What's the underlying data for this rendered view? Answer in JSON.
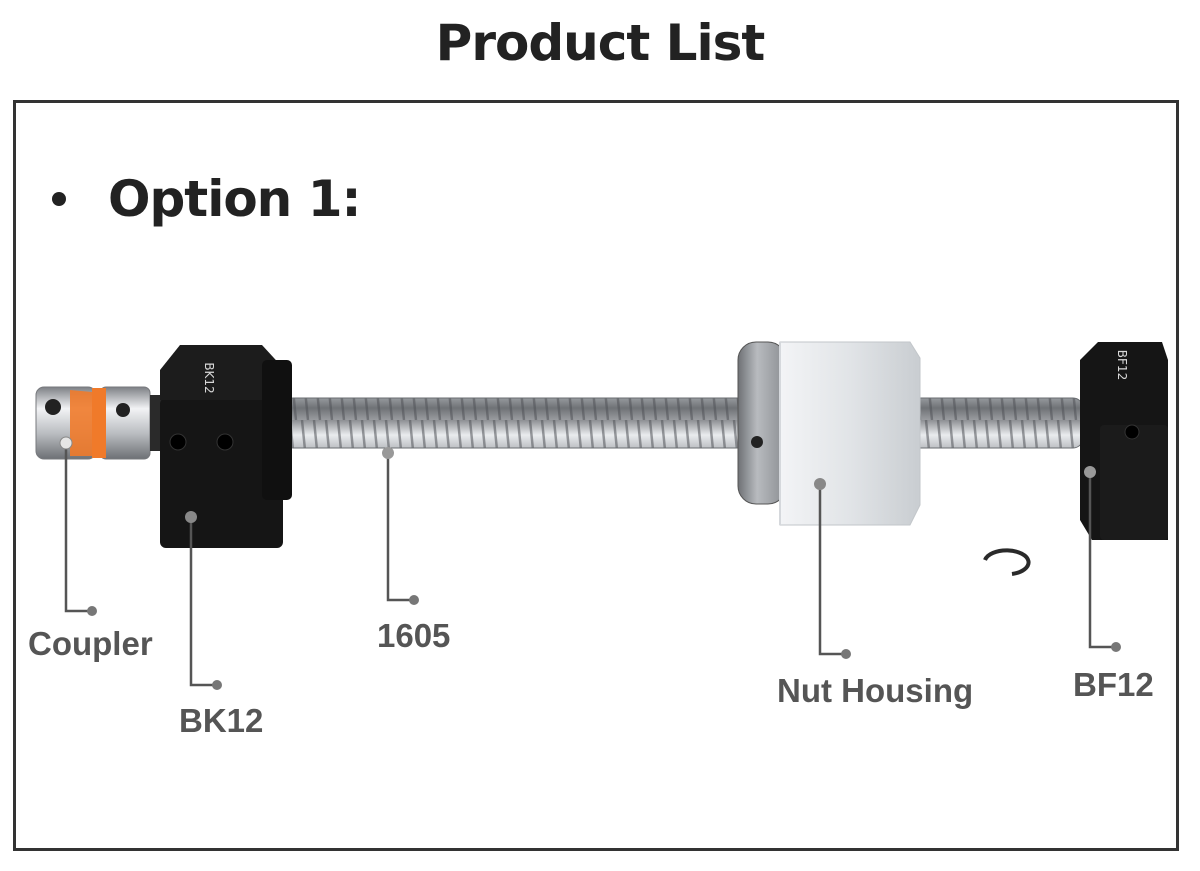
{
  "page": {
    "title": "Product List"
  },
  "option": {
    "text": "Option 1:"
  },
  "parts": {
    "coupler": "Coupler",
    "bk12": "BK12",
    "screw": "1605",
    "nut_housing": "Nut Housing",
    "bf12": "BF12"
  },
  "block_markings": {
    "bk": "BK12",
    "bf": "BF12"
  },
  "colors": {
    "text_dark": "#222222",
    "label_gray": "#555555",
    "frame": "#333333",
    "coupler_spider": "#f07a2a",
    "block_black": "#151515",
    "housing_silver": "#dfe2e5"
  }
}
